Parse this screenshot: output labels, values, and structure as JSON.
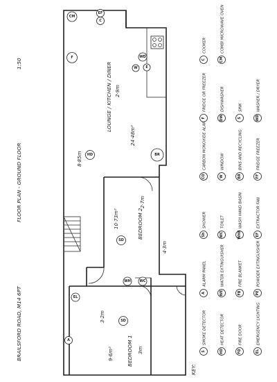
{
  "header": {
    "address": "BRAILSFORD ROAD, M14 6PT",
    "plan_title": "FLOOR PLAN - GROUND FLOOR",
    "scale": "1:50"
  },
  "rooms": [
    {
      "name": "LOUNGE / KITCHEN / DINER",
      "area": "24·48m²",
      "dim_long": "8·85m",
      "dim_short": "2·9m"
    },
    {
      "name": "BEDROOM 2",
      "area": "10·73m²",
      "dim_long": "4·3m",
      "dim_short": "2·7m"
    },
    {
      "name": "BEDROOM 1",
      "area": "9·6m²",
      "dim_long": "3·2m",
      "dim_short": "3m"
    }
  ],
  "plan_symbols": {
    "cm": "CM",
    "f": "F",
    "ef": "EF",
    "c": "C",
    "wd": "WD",
    "e": "E",
    "hd": "HD",
    "bgr": "BR",
    "sd": "SD",
    "el": "EL",
    "wh": "WH",
    "wc": "WC",
    "a": "A",
    "w": "W"
  },
  "key": {
    "title": "KEY:",
    "col1": [
      {
        "sym": "S",
        "label": "SMOKE DETECTOR"
      },
      {
        "sym": "A",
        "label": "ALARM PANEL"
      },
      {
        "sym": "Sh",
        "label": "SHOWER"
      },
      {
        "sym": "CO",
        "label": "CARBON MONOXIDE ALARM"
      },
      {
        "sym": "F",
        "label": "FRIDGE OR FREEZER"
      },
      {
        "sym": "C",
        "label": "COOKER"
      }
    ],
    "col2": [
      {
        "sym": "HD",
        "label": "HEAT DETECTOR"
      },
      {
        "sym": "WE",
        "label": "WATER EXTINGUISHER"
      },
      {
        "sym": "WC",
        "label": "TOILET"
      },
      {
        "sym": "W",
        "label": "WINDOW"
      },
      {
        "sym": "DW",
        "label": "DISHWASHER"
      },
      {
        "sym": "CM",
        "label": "COMBI MICROWAVE OVEN"
      }
    ],
    "col3": [
      {
        "sym": "FD",
        "label": "FIRE DOOR"
      },
      {
        "sym": "FB",
        "label": "FIRE BLANKET"
      },
      {
        "sym": "WHB",
        "label": "WASH HAND BASIN"
      },
      {
        "sym": "BR",
        "label": "BINS AND RECYCLING"
      },
      {
        "sym": "S",
        "label": "SINK"
      }
    ],
    "col4": [
      {
        "sym": "EL",
        "label": "EMERGENCY LIGHTING"
      },
      {
        "sym": "PE",
        "label": "POWDER EXTINGUISHER"
      },
      {
        "sym": "EF",
        "label": "EXTRACTOR FAN"
      },
      {
        "sym": "FF",
        "label": "FRIDGE FREEZER"
      },
      {
        "sym": "WD",
        "label": "WASHER / DRYER"
      }
    ]
  }
}
